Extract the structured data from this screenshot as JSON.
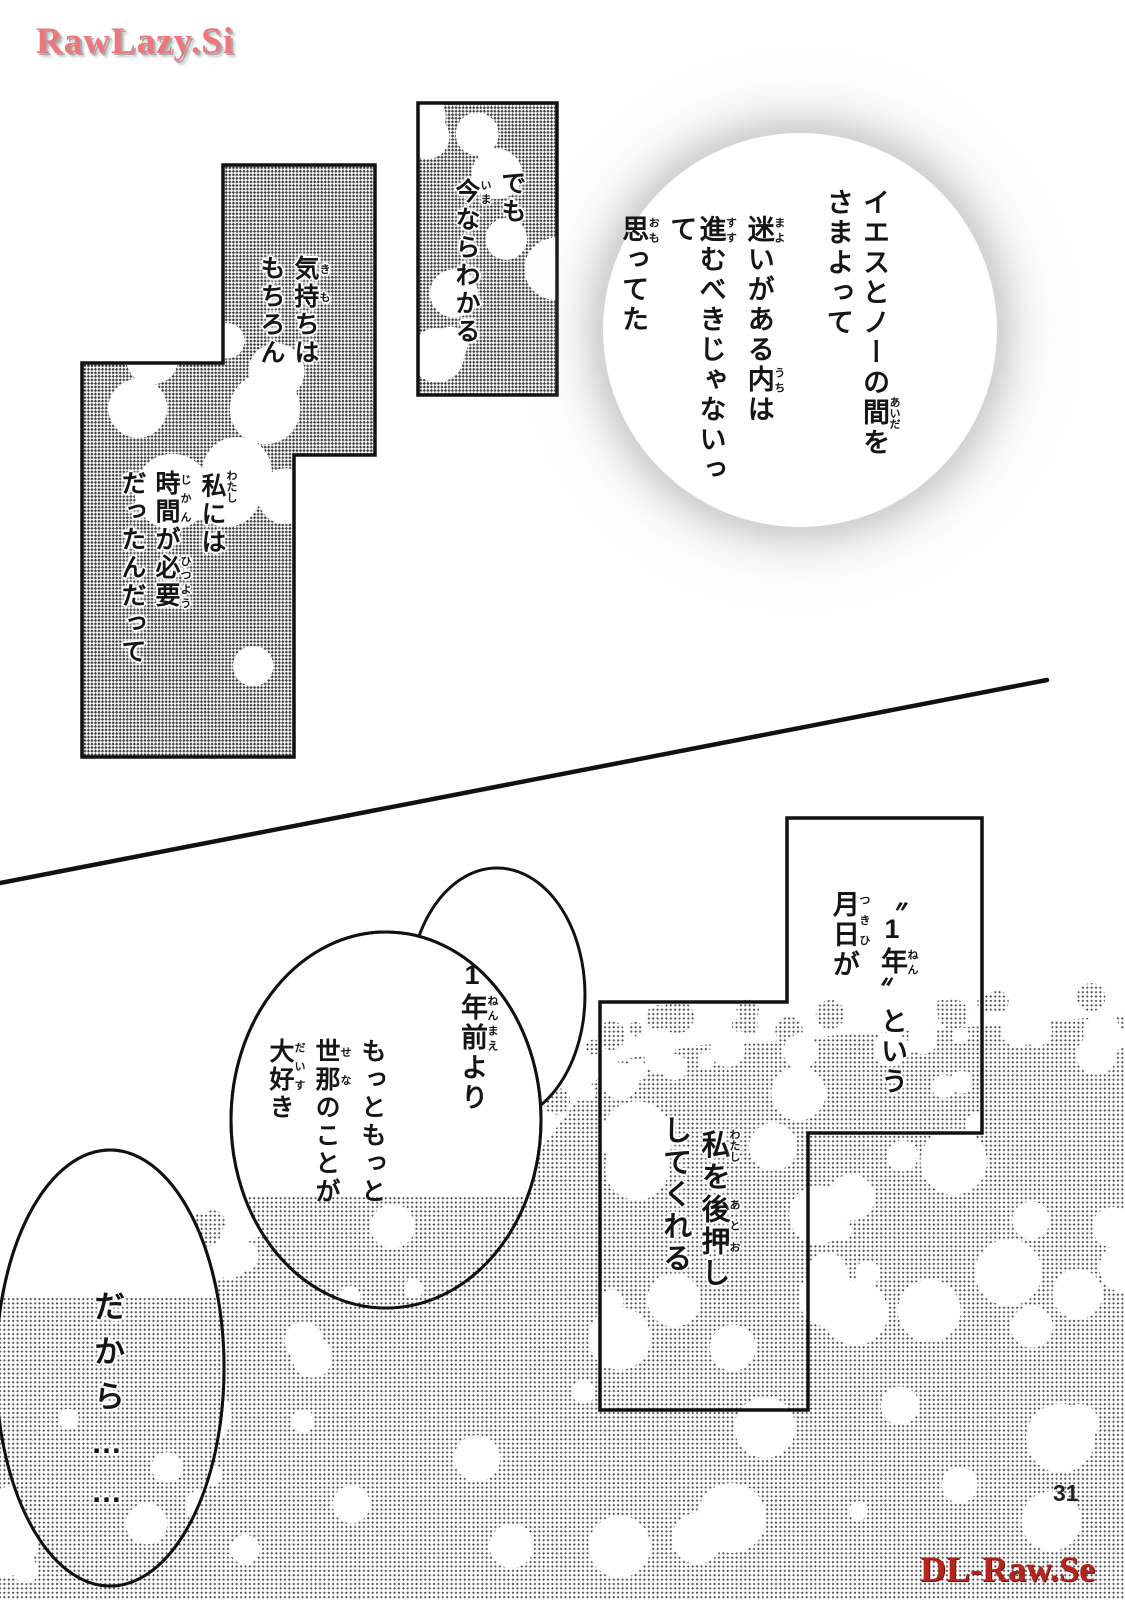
{
  "page": {
    "number": "31"
  },
  "watermarks": {
    "top_left": "RawLazy.Si",
    "bottom_right": "DL-Raw.Se"
  },
  "colors": {
    "watermark_top": "#ef767a",
    "watermark_top_shadow": "#a9a9a9",
    "watermark_bottom": "#b3261e",
    "ink": "#151515",
    "tone_dot": "#3c3c3c"
  },
  "dialogue": {
    "thought_circle": {
      "lines": [
        [
          {
            "t": "イエスとノーの"
          },
          {
            "t": "間",
            "r": "あいだ"
          },
          {
            "t": "を"
          }
        ],
        [
          {
            "t": "さまよって"
          }
        ],
        [
          {
            "t": "迷",
            "r": "まよ"
          },
          {
            "t": "いがある"
          },
          {
            "t": "内",
            "r": "うち"
          },
          {
            "t": "は"
          }
        ],
        [
          {
            "t": "進",
            "r": "すす"
          },
          {
            "t": "むべきじゃないって"
          }
        ],
        [
          {
            "t": "思",
            "r": "おも"
          },
          {
            "t": "ってた"
          }
        ]
      ]
    },
    "demo_panel": {
      "lines": [
        [
          {
            "t": "でも"
          }
        ],
        [
          {
            "t": "今",
            "r": "いま"
          },
          {
            "t": "ならわかる"
          }
        ]
      ]
    },
    "kimochi_panel": {
      "lines": [
        [
          {
            "t": "気持",
            "r": "きも"
          },
          {
            "t": "ちは"
          }
        ],
        [
          {
            "t": "もちろん"
          }
        ]
      ]
    },
    "watashi_panel": {
      "lines": [
        [
          {
            "t": "私",
            "r": "わたし"
          },
          {
            "t": "には"
          }
        ],
        [
          {
            "t": "時間",
            "r": "じかん"
          },
          {
            "t": "が"
          },
          {
            "t": "必要",
            "r": "ひつよう"
          }
        ],
        [
          {
            "t": "だったんだって"
          }
        ]
      ]
    },
    "year_panel": {
      "lines": [
        [
          {
            "t": "〝1"
          },
          {
            "t": "年",
            "r": "ねん"
          },
          {
            "t": "〟という"
          }
        ],
        [
          {
            "t": "月日",
            "r": "つきひ"
          },
          {
            "t": "が"
          }
        ]
      ]
    },
    "push_panel": {
      "lines": [
        [
          {
            "t": "私",
            "r": "わたし"
          },
          {
            "t": "を"
          },
          {
            "t": "後押",
            "r": "あとお"
          },
          {
            "t": "し"
          }
        ],
        [
          {
            "t": "してくれる"
          }
        ]
      ]
    },
    "year_ago_bubble": {
      "lines": [
        [
          {
            "t": "1"
          },
          {
            "t": "年前",
            "r": "ねんまえ"
          },
          {
            "t": "より"
          }
        ]
      ]
    },
    "love_bubble": {
      "lines": [
        [
          {
            "t": "もっともっと"
          }
        ],
        [
          {
            "t": "世那",
            "r": "せな"
          },
          {
            "t": "のことが"
          }
        ],
        [
          {
            "t": "大好",
            "r": "だいす"
          },
          {
            "t": "き"
          }
        ]
      ]
    },
    "dakara_bubble": {
      "lines": [
        [
          {
            "t": "だから……"
          }
        ]
      ]
    }
  }
}
